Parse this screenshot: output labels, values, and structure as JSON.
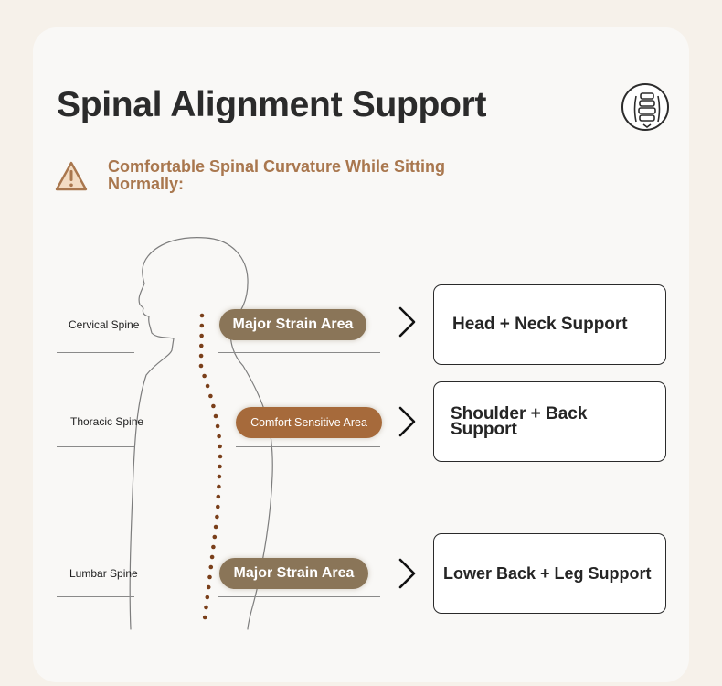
{
  "title": "Spinal Alignment Support",
  "subtitle": "Comfortable Spinal Curvature While Sitting Normally:",
  "icons": {
    "warning": "warning-icon",
    "spine": "spine-icon",
    "arrow": "chevron-right-icon"
  },
  "colors": {
    "subtitle": "#a9774e",
    "major_pill": "#8a7558",
    "comfort_pill": "#a66a3b",
    "spine_dots": "#7a3f1a"
  },
  "rows": [
    {
      "spine_label": "Cervical Spine",
      "pill": "Major Strain Area",
      "support": "Head + Neck Support"
    },
    {
      "spine_label": "Thoracic Spine",
      "pill": "Comfort Sensitive Area",
      "support": "Shoulder + Back Support"
    },
    {
      "spine_label": "Lumbar Spine",
      "pill": "Major Strain Area",
      "support": "Lower Back + Leg Support"
    }
  ]
}
